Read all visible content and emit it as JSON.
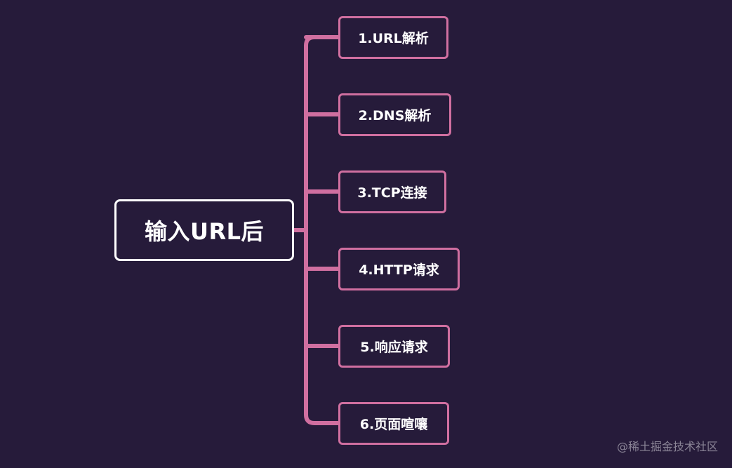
{
  "root": {
    "label": "输入URL后"
  },
  "children": [
    {
      "label": "1.URL解析"
    },
    {
      "label": "2.DNS解析"
    },
    {
      "label": "3.TCP连接"
    },
    {
      "label": "4.HTTP请求"
    },
    {
      "label": "5.响应请求"
    },
    {
      "label": "6.页面喧嚷"
    }
  ],
  "watermark": "@稀土掘金技术社区",
  "colors": {
    "background": "#261b3a",
    "connector": "#d06fa0",
    "root_border": "#ffffff",
    "child_border": "#d06fa0",
    "text": "#ffffff"
  }
}
